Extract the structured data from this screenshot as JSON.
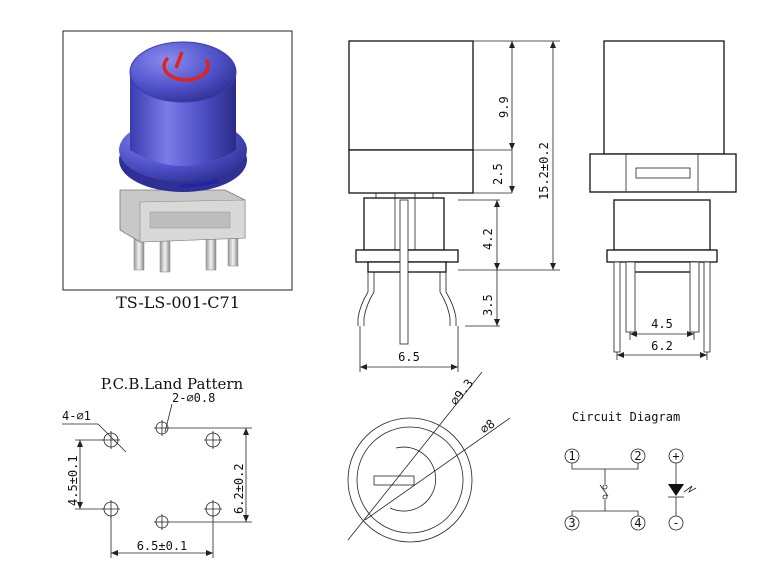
{
  "product": {
    "model": "TS-LS-001-C71",
    "cap_color": "#5b5bd6",
    "symbol_color": "#e2231a"
  },
  "side_view": {
    "dim_cap_height": "9.9",
    "dim_collar": "2.5",
    "dim_total": "15.2±0.2",
    "dim_body": "4.2",
    "dim_pin": "3.5",
    "dim_width": "6.5"
  },
  "front_view": {
    "dim_inner": "4.5",
    "dim_outer": "6.2"
  },
  "pcb": {
    "title": "P.C.B.Land Pattern",
    "hole_large": "4-⌀1",
    "hole_small": "2-⌀0.8",
    "dim_vertical": "4.5±0.1",
    "dim_vertical_right": "6.2±0.2",
    "dim_horizontal": "6.5±0.1"
  },
  "top_view": {
    "dim_outer": "⌀9.3",
    "dim_inner": "⌀8"
  },
  "circuit": {
    "title": "Circuit Diagram",
    "pins": [
      "1",
      "2",
      "3",
      "4"
    ],
    "led_plus": "+",
    "led_minus": "-"
  }
}
